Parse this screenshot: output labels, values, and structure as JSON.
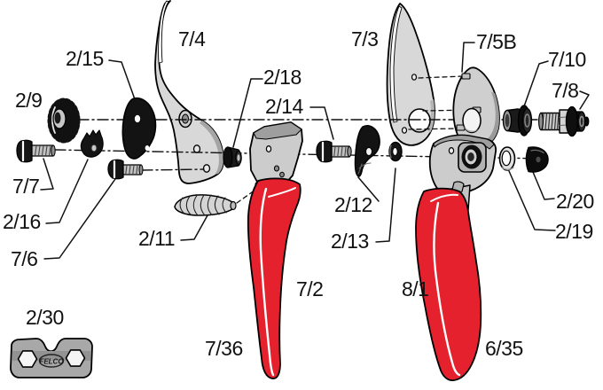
{
  "diagram": {
    "wrench_logo": "FELCO",
    "colors": {
      "background": "#ffffff",
      "handle_red": "#e5212e",
      "blade_gray": "#d8d8d8",
      "bracket_gray": "#cccccc",
      "dark_part": "#131313",
      "line_black": "#111111"
    },
    "labels": [
      {
        "text": "7/4"
      },
      {
        "text": "2/15"
      },
      {
        "text": "2/9"
      },
      {
        "text": "7/7"
      },
      {
        "text": "2/16"
      },
      {
        "text": "7/6"
      },
      {
        "text": "2/11"
      },
      {
        "text": "2/30"
      },
      {
        "text": "7/36"
      },
      {
        "text": "7/2"
      },
      {
        "text": "2/18"
      },
      {
        "text": "2/14"
      },
      {
        "text": "2/12"
      },
      {
        "text": "2/13"
      },
      {
        "text": "7/3"
      },
      {
        "text": "7/5B"
      },
      {
        "text": "7/10"
      },
      {
        "text": "7/8"
      },
      {
        "text": "2/20"
      },
      {
        "text": "2/19"
      },
      {
        "text": "8/1"
      },
      {
        "text": "6/35"
      }
    ]
  }
}
